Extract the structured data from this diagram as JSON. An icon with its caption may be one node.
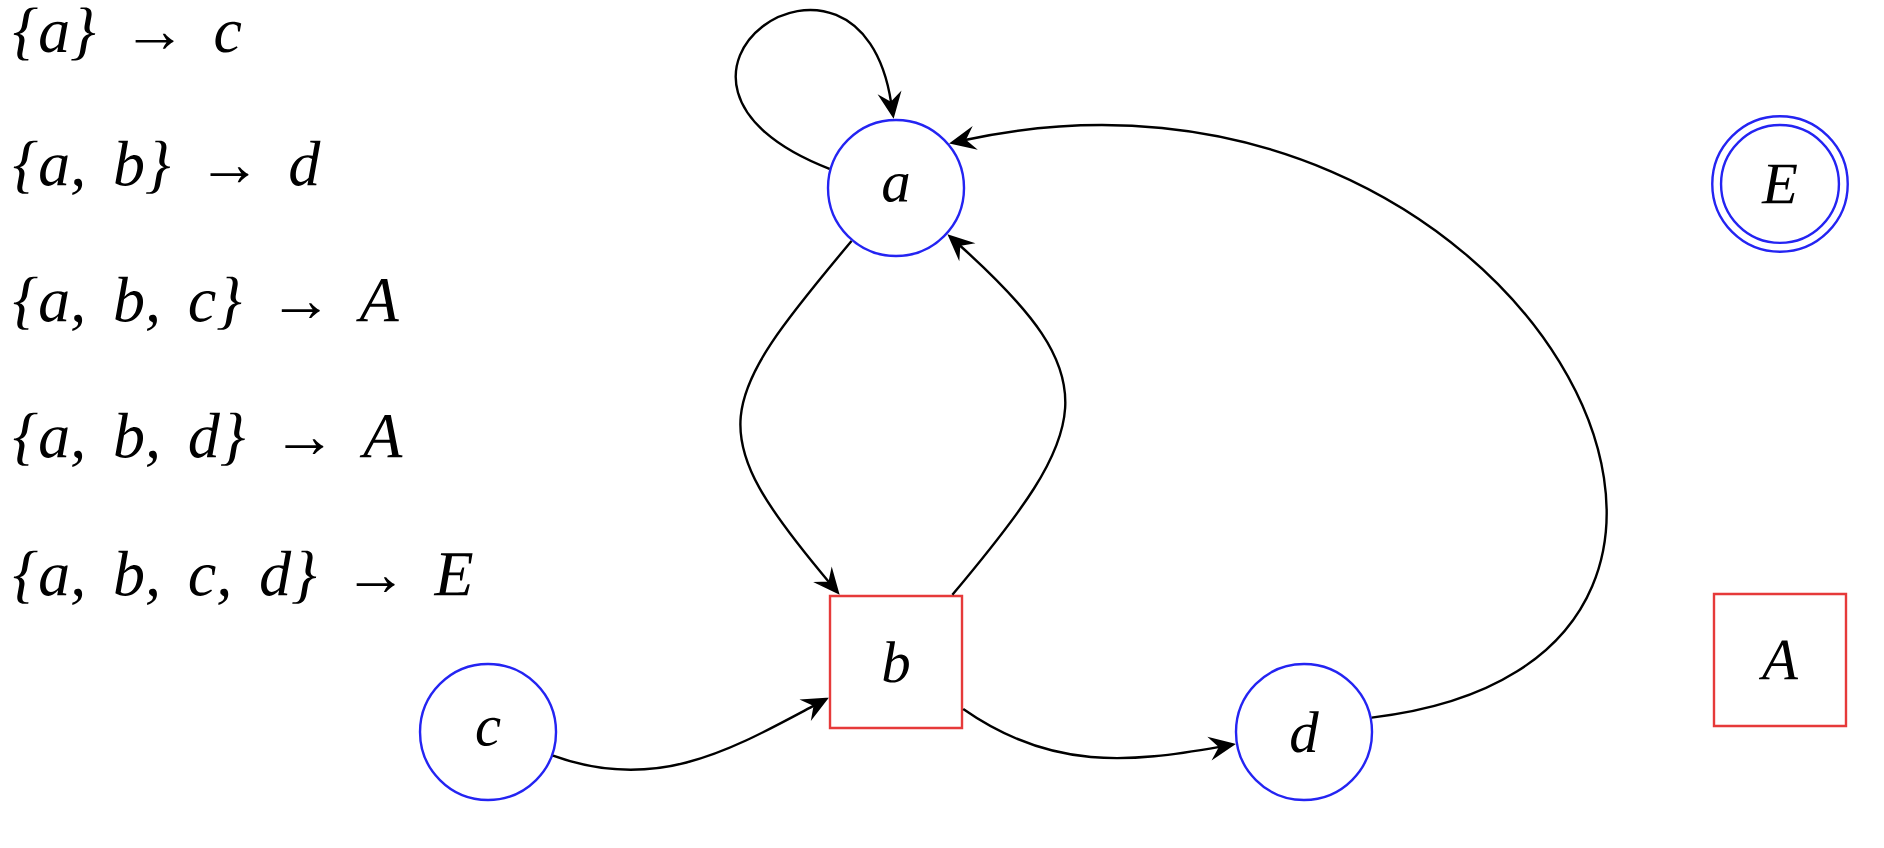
{
  "diagram": {
    "nodes": [
      {
        "text": [
          "a"
        ]
      },
      {
        "text": [
          "E"
        ]
      },
      {
        "text": [
          "b"
        ]
      },
      {
        "text": [
          "A"
        ]
      },
      {
        "text": [
          "c"
        ]
      },
      {
        "text": [
          "d"
        ]
      }
    ],
    "edges": [
      {
        "from": 0,
        "to": 0,
        "arrow": "to"
      },
      {
        "from": 0,
        "to": 2,
        "arrow": "to"
      },
      {
        "from": 2,
        "to": 0,
        "arrow": "to"
      },
      {
        "from": 4,
        "to": 2,
        "arrow": "to"
      },
      {
        "from": 2,
        "to": 5,
        "arrow": "to"
      },
      {
        "from": 5,
        "to": 0,
        "arrow": "to"
      }
    ],
    "labels": [
      "{a} → c",
      "{a, b} → d",
      "{a, b, c} → A",
      "{a, b, d} → A",
      "{a, b, c, d} → E"
    ]
  }
}
